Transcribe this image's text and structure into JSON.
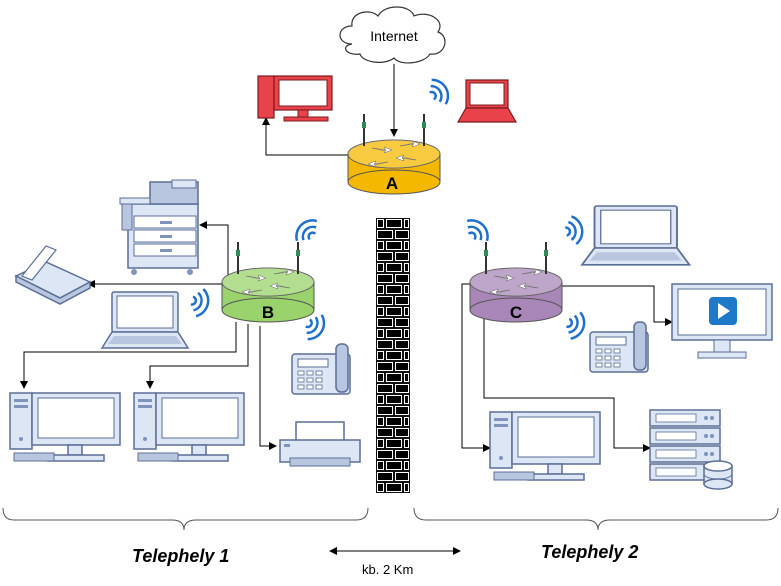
{
  "diagram": {
    "cloud_label": "Internet",
    "router_a_label": "A",
    "router_b_label": "B",
    "router_c_label": "C",
    "site_1_label": "Telephely 1",
    "site_2_label": "Telephely 2",
    "distance_label": "kb. 2 Km"
  },
  "colors": {
    "router_a": "#f5b800",
    "router_b": "#9ad36b",
    "router_c": "#a887b8",
    "desktop_red": "#e8424a",
    "device_blue": "#dce6f5",
    "device_stroke": "#5b6e96",
    "wifi": "#1f6fcf",
    "wall": "#111111",
    "video_accent": "#1e79c9"
  },
  "icons": [
    "cloud-icon",
    "router-icon",
    "desktop-computer-icon",
    "laptop-icon",
    "multifunction-printer-icon",
    "scanner-icon",
    "ip-phone-icon",
    "printer-icon",
    "video-monitor-icon",
    "server-rack-icon",
    "wifi-signal-icon",
    "firewall-wall-icon"
  ]
}
